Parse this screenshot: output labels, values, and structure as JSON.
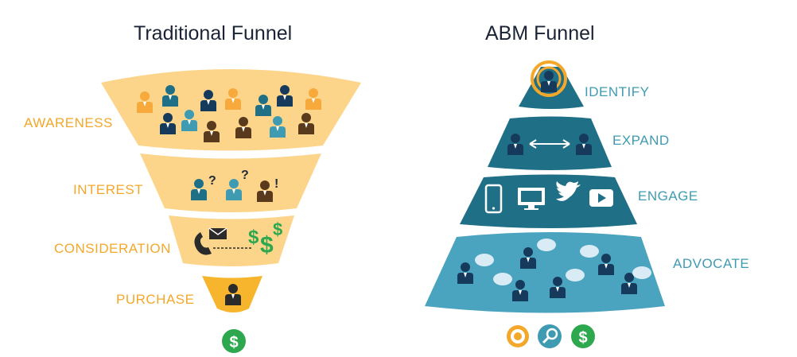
{
  "traditional_funnel": {
    "title": "Traditional Funnel",
    "stages": [
      "AWARENESS",
      "INTEREST",
      "CONSIDERATION",
      "PURCHASE"
    ],
    "interest_marks": [
      "?",
      "?",
      "!"
    ],
    "result_icon": "dollar-icon"
  },
  "abm_funnel": {
    "title": "ABM Funnel",
    "stages": [
      "IDENTIFY",
      "EXPAND",
      "ENGAGE",
      "ADVOCATE"
    ],
    "engage_channels": [
      "mobile-phone-icon",
      "monitor-icon",
      "twitter-icon",
      "video-play-icon"
    ],
    "result_icons": [
      "target-icon",
      "search-icon",
      "dollar-icon"
    ]
  },
  "colors": {
    "orange_light": "#fcd48a",
    "orange_dark": "#f4a82b",
    "teal_dark": "#1f6f87",
    "teal_mid": "#3f9bb2",
    "navy": "#163a5c",
    "green": "#2da84f"
  }
}
